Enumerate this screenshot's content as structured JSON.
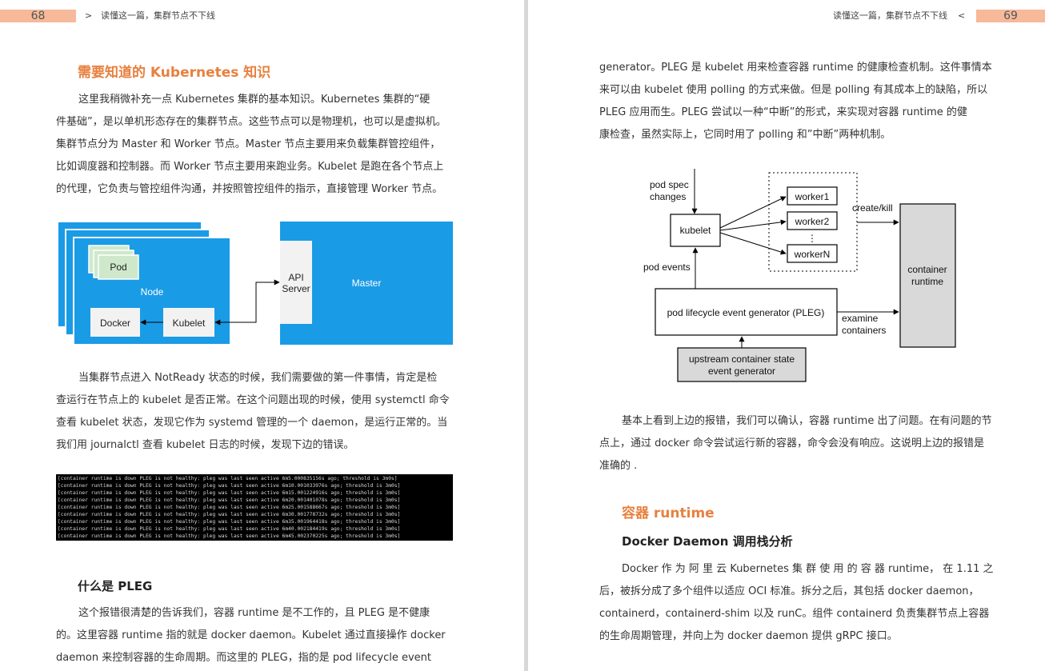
{
  "left_page": {
    "page_number": "68",
    "header_arrow": ">",
    "header_title": "读懂这一篇，集群节点不下线",
    "section_title": "需要知道的 Kubernetes 知识",
    "para1": [
      "这里我稍微补充一点 Kubernetes 集群的基本知识。Kubernetes 集群的“硬",
      "件基础”，是以单机形态存在的集群节点。这些节点可以是物理机，也可以是虚拟机。",
      "集群节点分为 Master 和 Worker 节点。Master 节点主要用来负载集群管控组件，",
      "比如调度器和控制器。而 Worker 节点主要用来跑业务。Kubelet 是跑在各个节点上",
      "的代理，它负责与管控组件沟通，并按照管控组件的指示，直接管理 Worker 节点。"
    ],
    "diagram": {
      "pod_label": "Pod",
      "node_label": "Node",
      "docker_label": "Docker",
      "kubelet_label": "Kubelet",
      "api_label_1": "API",
      "api_label_2": "Server",
      "master_label": "Master",
      "blue": "#1a9be6",
      "pod_green": "#cfe8cc"
    },
    "para2": [
      "当集群节点进入 NotReady 状态的时候，我们需要做的第一件事情，肯定是检",
      "查运行在节点上的 kubelet 是否正常。在这个问题出现的时候，使用 systemctl 命令",
      "查看 kubelet 状态，发现它作为 systemd 管理的一个 daemon，是运行正常的。当",
      "我们用 journalctl 查看 kubelet 日志的时候，发现下边的错误。"
    ],
    "log_lines": [
      "[container runtime is down PLEG is not healthy: pleg was last seen active 6m5.000835156s ago; threshold is 3m0s]",
      "[container runtime is down PLEG is not healthy: pleg was last seen active 6m10.001033976s ago; threshold is 3m0s]",
      "[container runtime is down PLEG is not healthy: pleg was last seen active 6m15.001224916s ago; threshold is 3m0s]",
      "[container runtime is down PLEG is not healthy: pleg was last seen active 6m20.001401078s ago; threshold is 3m0s]",
      "[container runtime is down PLEG is not healthy: pleg was last seen active 6m25.001588667s ago; threshold is 3m0s]",
      "[container runtime is down PLEG is not healthy: pleg was last seen active 6m30.001778732s ago; threshold is 3m0s]",
      "[container runtime is down PLEG is not healthy: pleg was last seen active 6m35.001964418s ago; threshold is 3m0s]",
      "[container runtime is down PLEG is not healthy: pleg was last seen active 6m40.002184419s ago; threshold is 3m0s]",
      "[container runtime is down PLEG is not healthy: pleg was last seen active 6m45.002370225s ago; threshold is 3m0s]"
    ],
    "sub_title": "什么是 PLEG",
    "para3": [
      "这个报错很清楚的告诉我们，容器 runtime 是不工作的，且 PLEG 是不健康",
      "的。这里容器 runtime 指的就是 docker daemon。Kubelet 通过直接操作 docker",
      "daemon 来控制容器的生命周期。而这里的 PLEG，指的是 pod lifecycle event"
    ]
  },
  "right_page": {
    "page_number": "69",
    "header_arrow": "<",
    "header_title": "读懂这一篇，集群节点不下线",
    "para1": [
      "generator。PLEG 是 kubelet 用来检查容器 runtime 的健康检查机制。这件事情本",
      "来可以由 kubelet 使用 polling 的方式来做。但是 polling 有其成本上的缺陷，所以",
      "PLEG 应用而生。PLEG 尝试以一种“中断”的形式，来实现对容器 runtime 的健",
      "康检查，虽然实际上，它同时用了 polling 和”中断”两种机制。"
    ],
    "diagram": {
      "pod_spec_1": "pod spec",
      "pod_spec_2": "changes",
      "kubelet": "kubelet",
      "worker1": "worker1",
      "worker2": "worker2",
      "workerN": "workerN",
      "dots": "⋮",
      "create_kill": "create/kill",
      "pod_events": "pod events",
      "container_runtime_1": "container",
      "container_runtime_2": "runtime",
      "pleg": "pod lifecycle event generator (PLEG)",
      "examine_1": "examine",
      "examine_2": "containers",
      "upstream_1": "upstream container state",
      "upstream_2": "event generator",
      "gray": "#d9d9d9"
    },
    "para2": [
      "基本上看到上边的报错，我们可以确认，容器 runtime 出了问题。在有问题的节",
      "点上，通过 docker 命令尝试运行新的容器，命令会没有响应。这说明上边的报错是",
      "准确的 ."
    ],
    "section_title": "容器 runtime",
    "sub_title": "Docker Daemon 调用栈分析",
    "para3": [
      "Docker 作 为 阿 里 云 Kubernetes 集 群 使 用 的 容 器 runtime， 在 1.11 之",
      "后，被拆分成了多个组件以适应 OCI 标准。拆分之后，其包括 docker daemon，",
      "containerd，containerd-shim 以及 runC。组件 containerd 负责集群节点上容器",
      "的生命周期管理，并向上为 docker daemon 提供 gRPC 接口。"
    ]
  },
  "accent": "#e8803f",
  "page_number_bg": "#f6b99a"
}
